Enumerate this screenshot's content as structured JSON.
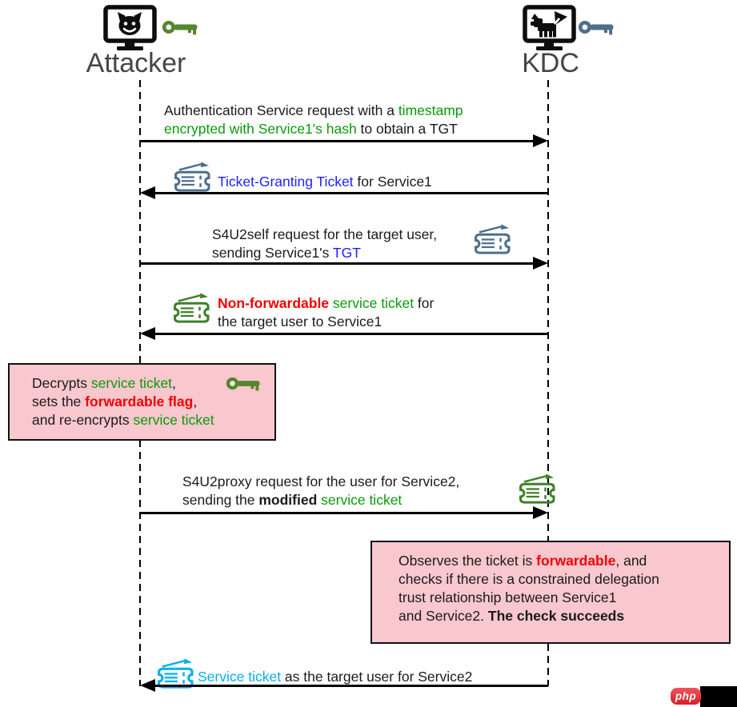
{
  "colors": {
    "text": "#1a1a1a",
    "green": "#0a9a0a",
    "blue": "#1f1fff",
    "cyan": "#00b0f0",
    "red": "#f20000",
    "ticket_slate": "#4d6f8c",
    "ticket_green": "#3f8028",
    "ticket_cyan": "#00b0f0",
    "key_green": "#55862e",
    "key_slate": "#4d6f8c",
    "note_bg": "#f9c7ce",
    "actor_label": "#4a4442",
    "line": "#000000",
    "watermark_red": "#d81f2a"
  },
  "actors": {
    "attacker": {
      "label": "Attacker",
      "icon": "devil-computer-icon",
      "key_icon": "green-key-icon"
    },
    "kdc": {
      "label": "KDC",
      "icon": "dog-computer-icon",
      "key_icon": "slate-key-icon"
    }
  },
  "messages": [
    {
      "from": "attacker",
      "to": "kdc",
      "icon": null,
      "lines": [
        [
          {
            "t": "Authentication Service request with a ",
            "c": "k"
          },
          {
            "t": "timestamp",
            "c": "g"
          }
        ],
        [
          {
            "t": "encrypted with Service1's hash",
            "c": "g"
          },
          {
            "t": " to obtain a TGT",
            "c": "k"
          }
        ]
      ]
    },
    {
      "from": "kdc",
      "to": "attacker",
      "icon": "ticket-icon-slate",
      "lines": [
        [
          {
            "t": "Ticket-Granting Ticket",
            "c": "b"
          },
          {
            "t": " for Service1",
            "c": "k"
          }
        ]
      ]
    },
    {
      "from": "attacker",
      "to": "kdc",
      "icon": "ticket-icon-slate",
      "lines": [
        [
          {
            "t": "S4U2self request for the target user,",
            "c": "k"
          }
        ],
        [
          {
            "t": "sending Service1's ",
            "c": "k"
          },
          {
            "t": "TGT",
            "c": "b"
          }
        ]
      ]
    },
    {
      "from": "kdc",
      "to": "attacker",
      "icon": "ticket-icon-green",
      "lines": [
        [
          {
            "t": "Non-forwardable",
            "c": "rb"
          },
          {
            "t": " ",
            "c": "k"
          },
          {
            "t": "service ticket",
            "c": "g"
          },
          {
            "t": " for",
            "c": "k"
          }
        ],
        [
          {
            "t": "the target user to Service1",
            "c": "k"
          }
        ]
      ]
    },
    {
      "from": "attacker",
      "to": "kdc",
      "icon": "ticket-icon-green",
      "lines": [
        [
          {
            "t": "S4U2proxy request for the user for Service2,",
            "c": "k"
          }
        ],
        [
          {
            "t": "sending the ",
            "c": "k"
          },
          {
            "t": "modified",
            "c": "kb"
          },
          {
            "t": " ",
            "c": "k"
          },
          {
            "t": "service ticket",
            "c": "g"
          }
        ]
      ]
    },
    {
      "from": "kdc",
      "to": "attacker",
      "icon": "ticket-icon-cyan",
      "lines": [
        [
          {
            "t": "Service ticket",
            "c": "c"
          },
          {
            "t": " as the target user for Service2",
            "c": "k"
          }
        ]
      ]
    }
  ],
  "notes": [
    {
      "side": "attacker",
      "icon": "green-key-icon",
      "lines": [
        [
          {
            "t": "Decrypts ",
            "c": "k"
          },
          {
            "t": "service ticket",
            "c": "g"
          },
          {
            "t": ",",
            "c": "k"
          }
        ],
        [
          {
            "t": "sets the ",
            "c": "k"
          },
          {
            "t": "forwardable flag",
            "c": "rb"
          },
          {
            "t": ",",
            "c": "k"
          }
        ],
        [
          {
            "t": "and re-encrypts ",
            "c": "k"
          },
          {
            "t": "service ticket",
            "c": "g"
          }
        ]
      ]
    },
    {
      "side": "kdc",
      "icon": null,
      "lines": [
        [
          {
            "t": "Observes the ticket is ",
            "c": "k"
          },
          {
            "t": "forwardable",
            "c": "rb"
          },
          {
            "t": ", and",
            "c": "k"
          }
        ],
        [
          {
            "t": "checks if there is a constrained delegation",
            "c": "k"
          }
        ],
        [
          {
            "t": "trust relationship between Service1",
            "c": "k"
          }
        ],
        [
          {
            "t": "and Service2. ",
            "c": "k"
          },
          {
            "t": "The check succeeds",
            "c": "kb"
          }
        ]
      ]
    }
  ],
  "watermark": {
    "badge": "php"
  }
}
